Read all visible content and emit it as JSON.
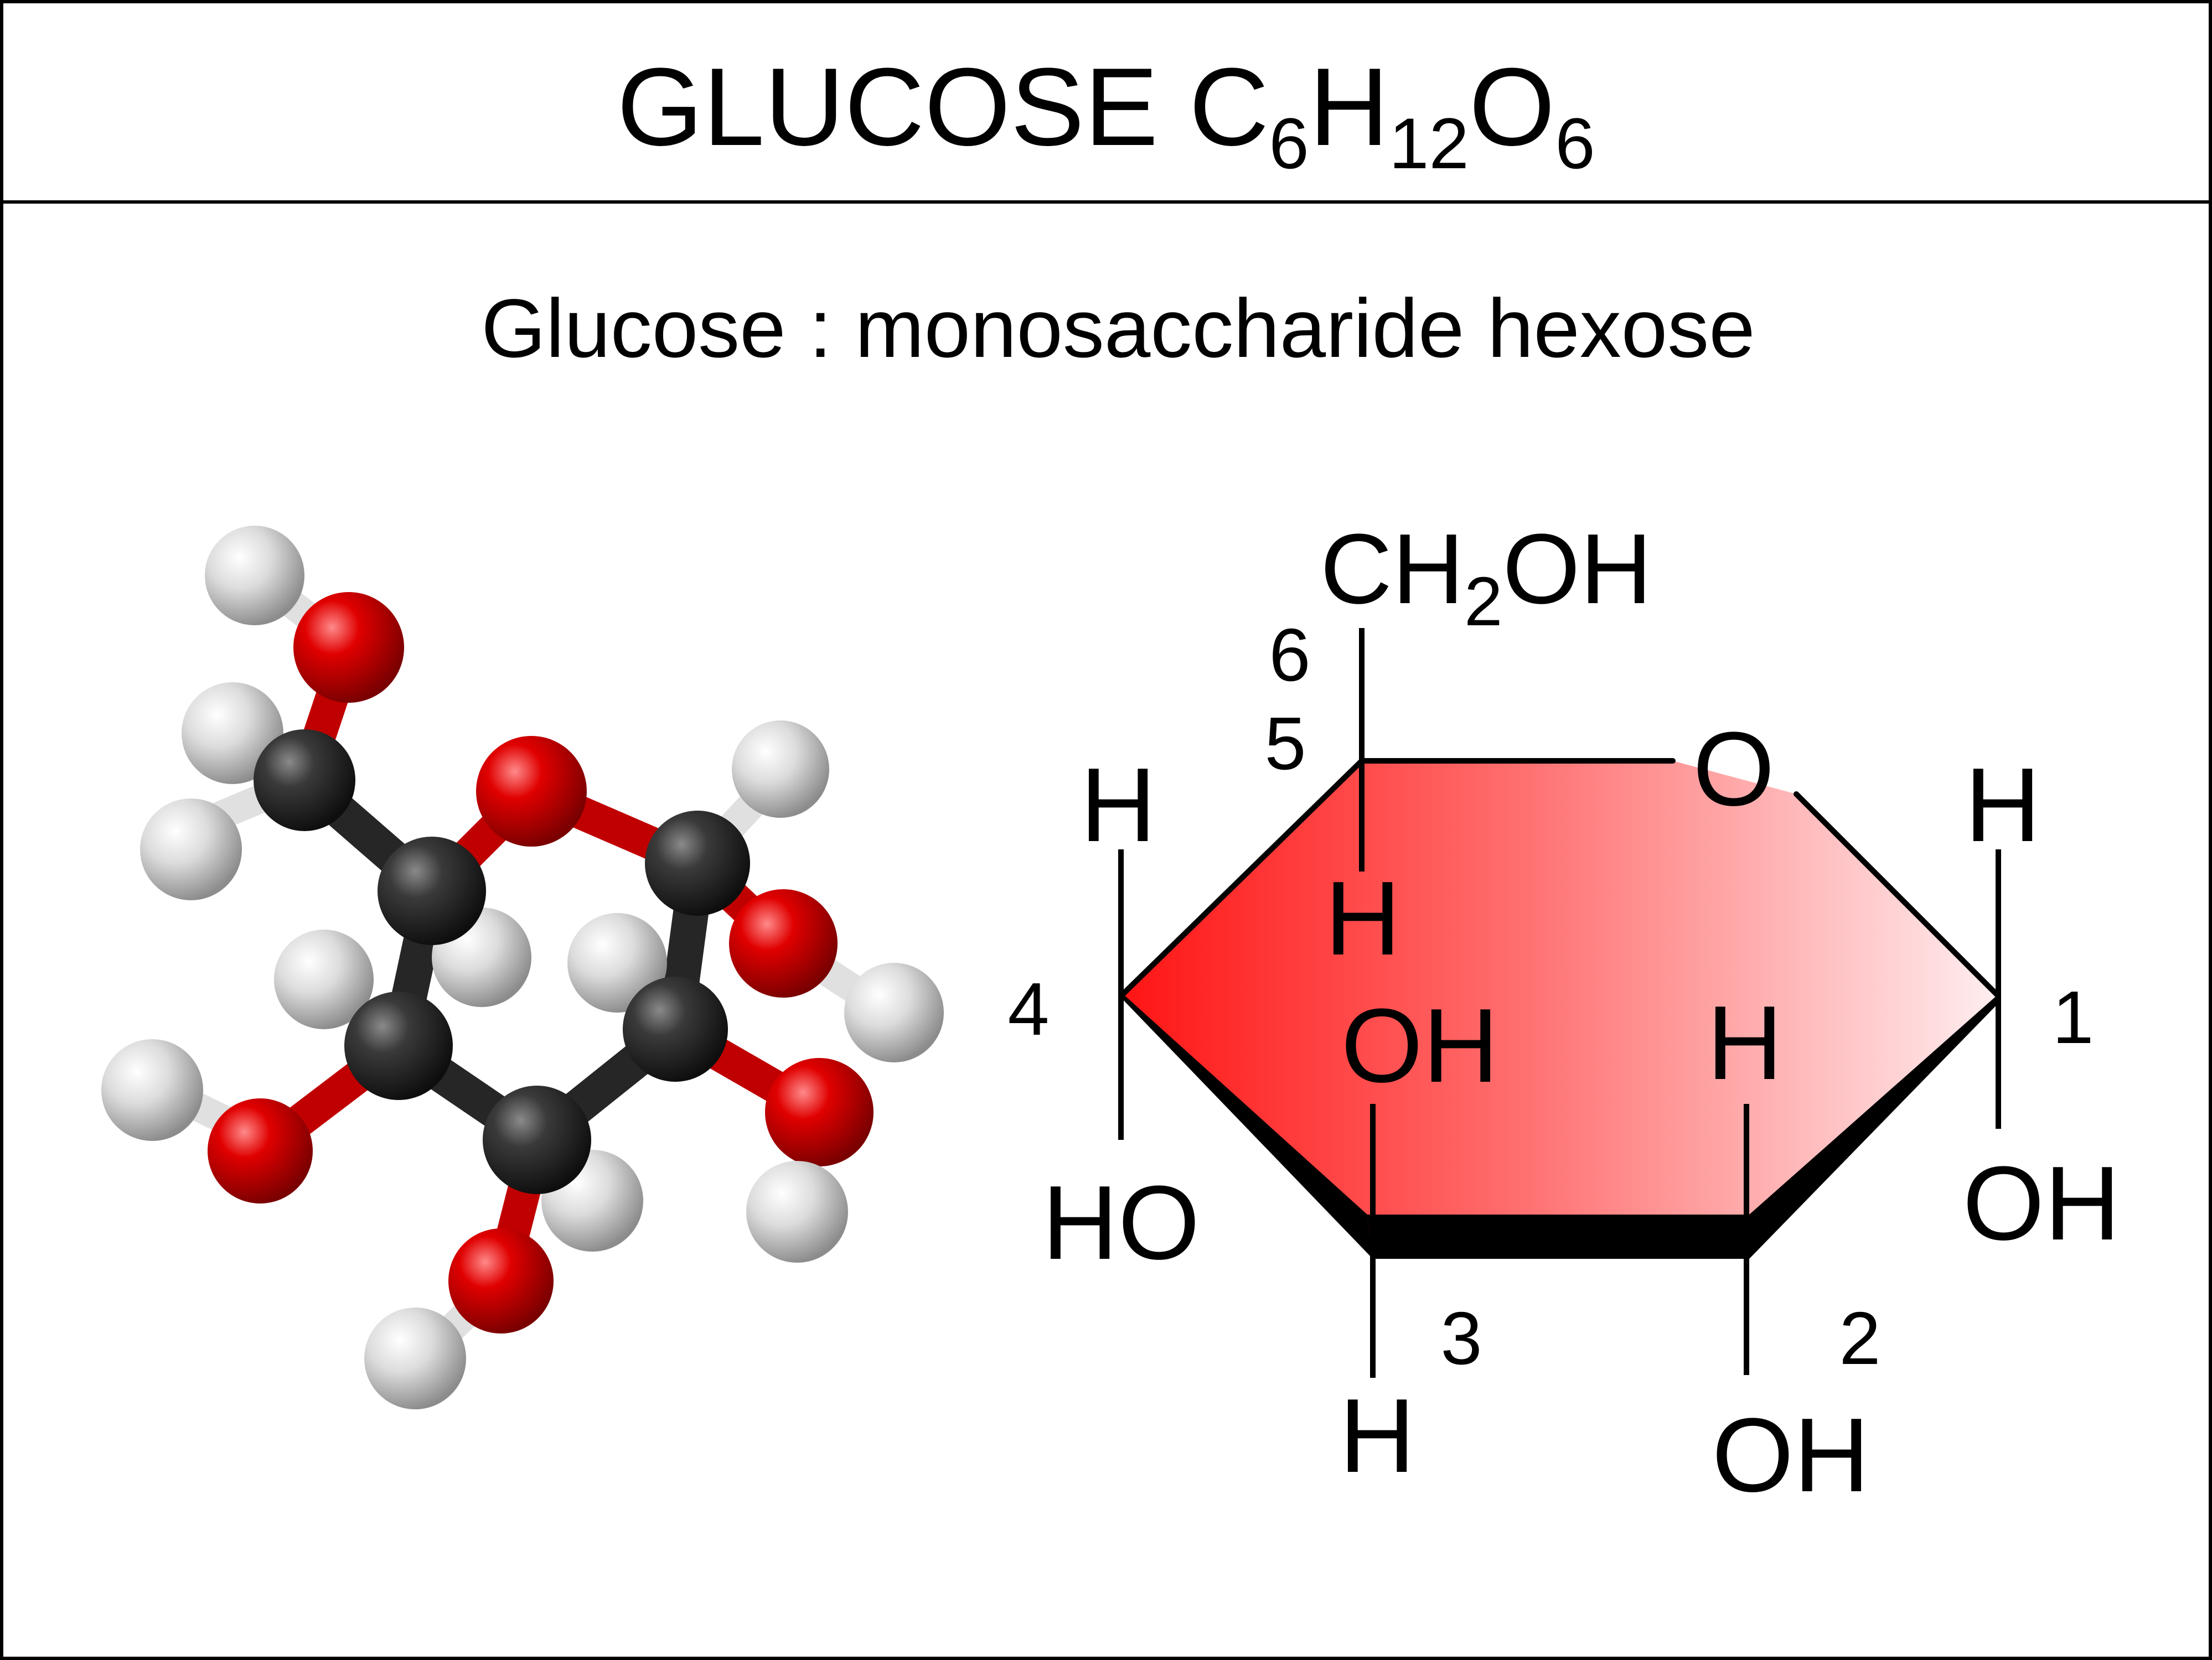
{
  "header": {
    "title": "GLUCOSE C",
    "sub6a": "6",
    "h": "H",
    "sub12": "12",
    "o": "O",
    "sub6b": "6"
  },
  "subtitle": "Glucose : monosaccharide hexose",
  "colors": {
    "ring_red": "#ff1a1a",
    "ring_pale": "#ffe8ea",
    "oxygen": "#e00000",
    "carbon": "#2a2a2a",
    "hydrogen": "#d8d8d8",
    "border": "#000000"
  },
  "haworth": {
    "ch2oh_pre": "CH",
    "ch2oh_sub": "2",
    "ch2oh_post": "OH",
    "ring_o": "O",
    "c1_top": "H",
    "c1_bottom": "OH",
    "c2_top": "H",
    "c2_bottom": "OH",
    "c3_top": "OH",
    "c3_bottom": "H",
    "c4_top": "H",
    "c4_bottom": "HO",
    "c5_bottom": "H",
    "num1": "1",
    "num2": "2",
    "num3": "3",
    "num4": "4",
    "num5": "5",
    "num6": "6"
  },
  "model": {
    "atoms": [
      "carbon",
      "oxygen",
      "hydrogen"
    ]
  }
}
